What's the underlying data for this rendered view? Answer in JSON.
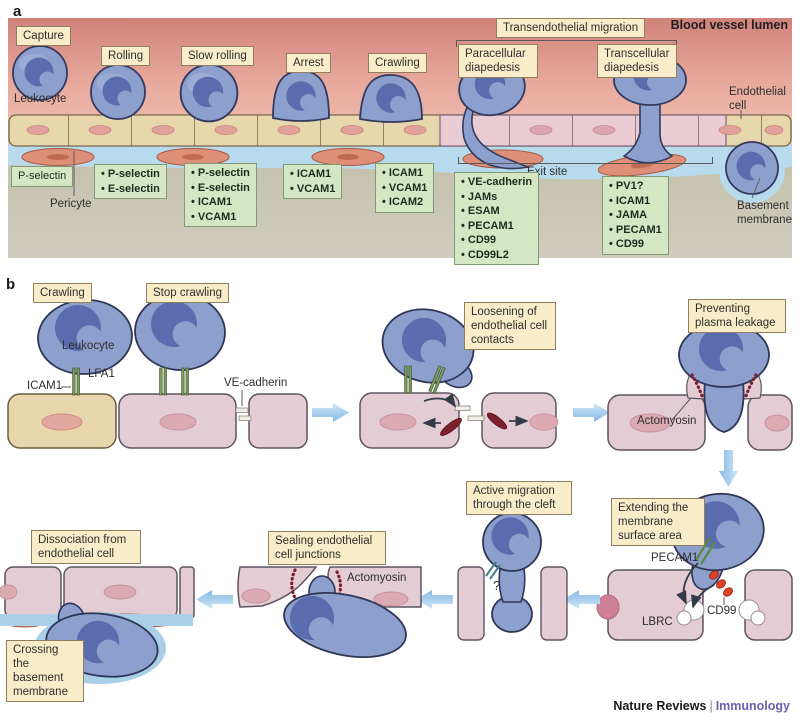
{
  "figure": {
    "panel_a_letter": "a",
    "panel_b_letter": "b",
    "footer": {
      "journal": "Nature Reviews",
      "separator": "|",
      "section": "Immunology"
    }
  },
  "colors": {
    "label_box_bg": "#f9ecc9",
    "molecule_box_bg": "#d5e6c4",
    "leukocyte_body": "#8da0cd",
    "leukocyte_nucleus": "#5b6cae",
    "arrow_blue": "#9ecbea",
    "footer_accent": "#6c60ad"
  },
  "panel_a": {
    "lumen_label": "Blood vessel lumen",
    "stages": {
      "capture": "Capture",
      "rolling": "Rolling",
      "slow_rolling": "Slow rolling",
      "arrest": "Arrest",
      "crawling": "Crawling"
    },
    "transendothelial_migration": "Transendothelial migration",
    "paracellular_diapedesis": "Paracellular diapedesis",
    "transcellular_diapedesis": "Transcellular diapedesis",
    "leukocyte": "Leukocyte",
    "endothelial_cell": "Endothelial cell",
    "pericyte": "Pericyte",
    "basement_membrane": "Basement membrane",
    "exit_site": "Exit site",
    "molecules": {
      "capture": "P-selectin",
      "rolling": [
        "P-selectin",
        "E-selectin"
      ],
      "slow_rolling": [
        "P-selectin",
        "E-selectin",
        "ICAM1",
        "VCAM1"
      ],
      "arrest": [
        "ICAM1",
        "VCAM1"
      ],
      "crawling": [
        "ICAM1",
        "VCAM1",
        "ICAM2"
      ],
      "paracellular": [
        {
          "text": "VE-cadherin",
          "bold": true
        },
        "JAMs",
        "ESAM",
        "PECAM1",
        "CD99",
        "CD99L2"
      ],
      "transcellular": [
        {
          "text": "PV1?",
          "bold": true
        },
        "ICAM1",
        "JAMA",
        "PECAM1",
        "CD99"
      ]
    }
  },
  "panel_b": {
    "crawling": "Crawling",
    "stop_crawling": "Stop crawling",
    "leukocyte": "Leukocyte",
    "icam1": "ICAM1",
    "lfa1": "LFA1",
    "ve_cadherin": "VE-cadherin",
    "loosening": "Loosening of endothelial cell contacts",
    "preventing": "Preventing plasma leakage",
    "actomyosin_right": "Actomyosin",
    "extending": "Extending the membrane surface area",
    "pecam1": "PECAM1",
    "cd99": "CD99",
    "lbrc": "LBRC",
    "active_migration": "Active migration through the cleft",
    "question_mark": "?",
    "sealing": "Sealing endothelial cell junctions",
    "actomyosin_left": "Actomyosin",
    "dissociation": "Dissociation from endothelial cell",
    "crossing": "Crossing the basement membrane"
  }
}
